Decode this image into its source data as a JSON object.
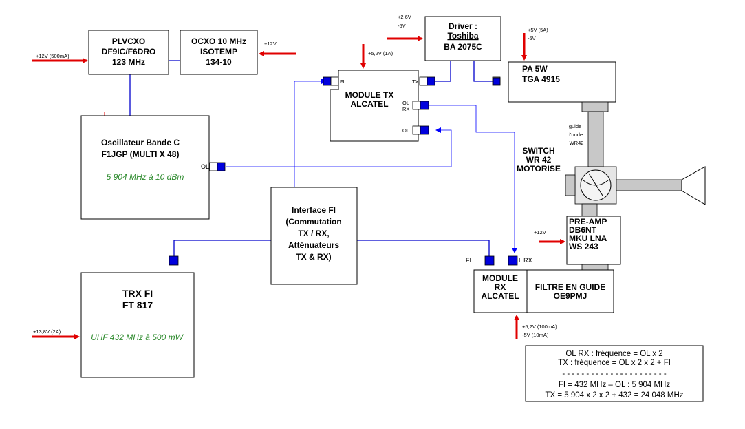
{
  "colors": {
    "wire": "#0000cc",
    "power_arrow": "#e00000",
    "green_text": "#2e8b2e",
    "port": "#0000dd"
  },
  "blocks": {
    "plvcxo": {
      "line1": "PLVCXO",
      "line2": "DF9IC/F6DRO",
      "line3": "123 MHz",
      "supply": "+12V (500mA)"
    },
    "ocxo": {
      "line1": "OCXO 10 MHz",
      "line2": "ISOTEMP",
      "line3": "134-10",
      "supply": "+12V"
    },
    "oscillator": {
      "line1": "Oscillateur Bande C",
      "line2": "F1JGP (MULTI X 48)",
      "freq": "5 904 MHz à 10 dBm",
      "port": "OL"
    },
    "trx": {
      "line1": "TRX FI",
      "line2": "FT 817",
      "freq": "UHF 432 MHz à 500 mW",
      "supply": "+13,8V (2A)"
    },
    "interface": {
      "line1": "Interface FI",
      "line2": "(Commutation",
      "line3": "TX / RX,",
      "line4": "Atténuateurs",
      "line5": "TX & RX)"
    },
    "module_tx": {
      "line1": "MODULE TX",
      "line2": "ALCATEL",
      "supply": "+5,2V (1A)",
      "port_fi": "FI",
      "port_tx": "TX",
      "port_olrx_1": "OL",
      "port_olrx_2": "RX",
      "port_ol": "OL"
    },
    "driver": {
      "line1": "Driver :",
      "line2": "Toshiba",
      "line3": "BA 2075C",
      "supply1": "+2,6V",
      "supply2": "-5V"
    },
    "pa": {
      "line1": "PA 5W",
      "line2": "TGA 4915",
      "supply1": "+5V (5A)",
      "supply2": "-5V"
    },
    "waveguide": {
      "line1": "guide",
      "line2": "d'onde",
      "line3": "WR42"
    },
    "switch": {
      "line1": "SWITCH",
      "line2": "WR 42",
      "line3": "MOTORISE"
    },
    "preamp": {
      "line1": "PRE-AMP",
      "line2": "DB6NT",
      "line3": "MKU LNA",
      "line4": "WS 243",
      "supply": "+12V"
    },
    "module_rx": {
      "line1": "MODULE",
      "line2": "RX",
      "line3": "ALCATEL",
      "port_fi": "FI",
      "port_lrx": "L RX",
      "supply1": "+5,2V (100mA)",
      "supply2": "-5V (10mA)"
    },
    "filtre": {
      "line1": "FILTRE EN GUIDE",
      "line2": "OE9PMJ"
    }
  },
  "notes": {
    "line1": "OL RX : fréquence = OL x 2",
    "line2": "TX : fréquence = OL x 2 x 2 + FI",
    "separator": "- - - - - - - - - - - - - - - - - - - - - -",
    "line3": "FI = 432 MHz – OL : 5 904 MHz",
    "line4": "TX = 5 904 x 2 x 2 + 432 = 24 048 MHz"
  }
}
